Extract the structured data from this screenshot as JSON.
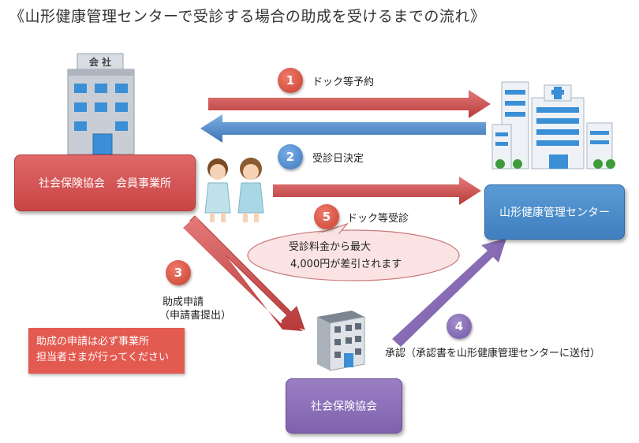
{
  "title": "《山形健康管理センターで受診する場合の助成を受けるまでの流れ》",
  "company_building": {
    "sign": "会 社"
  },
  "boxes": {
    "member_office": "社会保険協会　会員事業所",
    "health_center": "山形健康管理センター",
    "association": "社会保険協会"
  },
  "steps": [
    {
      "num": "1",
      "label": "ドック等予約"
    },
    {
      "num": "2",
      "label": "受診日決定"
    },
    {
      "num": "3",
      "label": "助成申請",
      "sub": "（申請書提出）"
    },
    {
      "num": "4",
      "label": "承認（承認書を山形健康管理センターに送付）"
    },
    {
      "num": "5",
      "label": "ドック等受診"
    }
  ],
  "bubble": {
    "line1": "受診料金から最大",
    "line2": "4,000円が差引されます"
  },
  "note": {
    "line1": "助成の申請は必ず事業所",
    "line2": "担当者さまが行ってください"
  },
  "colors": {
    "red": "#c94545",
    "blue": "#3f7fbf",
    "purple": "#7f62ad",
    "bubble": "#fbe3e3"
  }
}
